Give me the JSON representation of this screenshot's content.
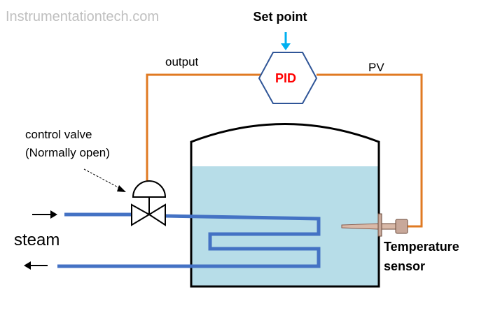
{
  "watermark": "Instrumentationtech.com",
  "labels": {
    "set_point": "Set point",
    "pid": "PID",
    "output": "output",
    "pv": "PV",
    "control_valve_line1": "control valve",
    "control_valve_line2": "(Normally open)",
    "steam": "steam",
    "sensor_line1": "Temperature",
    "sensor_line2": "sensor"
  },
  "colors": {
    "signal_line": "#E07A22",
    "steam_pipe": "#4472C4",
    "liquid": "#B7DDE8",
    "pid_text": "#FF0000",
    "pid_border": "#2F5597",
    "setpoint_arrow": "#00B0F0",
    "watermark": "#BFBFBF",
    "sensor_body": "#C8A89A"
  },
  "icons": {
    "valve": "control-valve-icon",
    "sensor": "temperature-sensor-icon",
    "controller": "pid-controller-icon"
  }
}
